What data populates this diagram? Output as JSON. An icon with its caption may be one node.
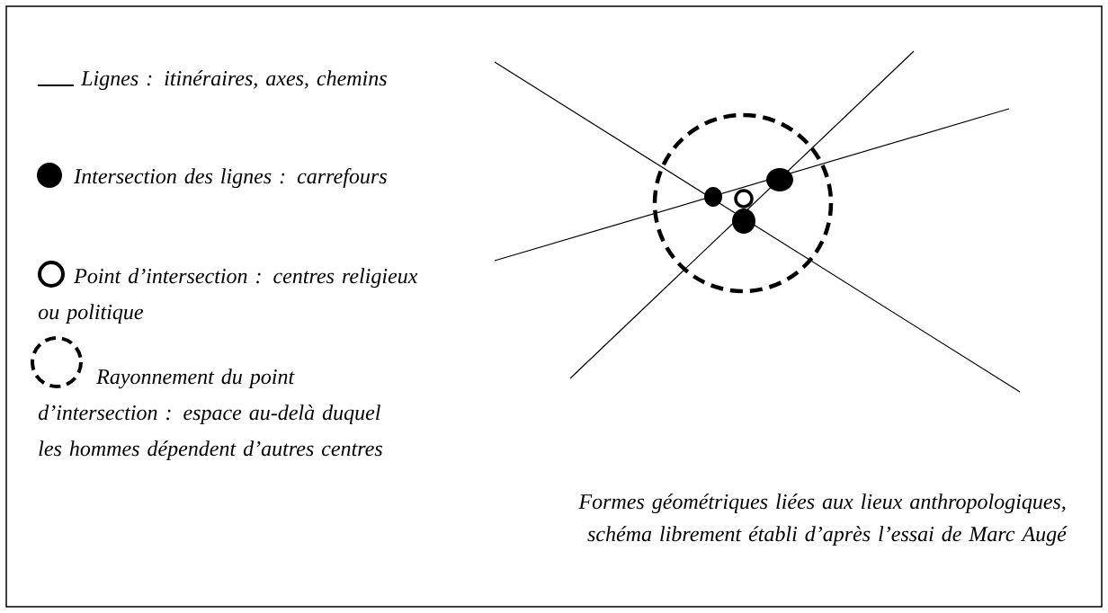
{
  "diagram": {
    "caption": "Formes géométriques liées aux lieux anthropologiques, schéma librement établi d’après l’essai de Marc Augé",
    "legend": [
      {
        "text": "Lignes : itinéraires, axes, chemins"
      },
      {
        "text": "Intersection des lignes : carrefours"
      },
      {
        "text": "Point d’intersection : centres religieux ou politique"
      },
      {
        "text": "Rayonnement du point d’intersection : espace au-delà duquel les hommes dépendent d’autres centres"
      }
    ]
  }
}
